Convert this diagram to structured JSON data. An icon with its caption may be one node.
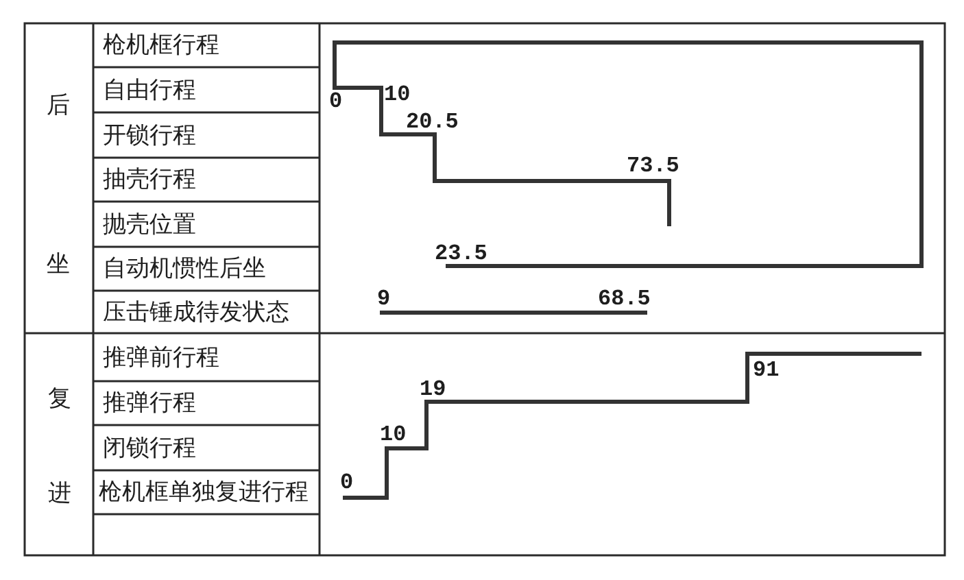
{
  "diagram": {
    "labels": [
      "枪机框行程",
      "后",
      "自由行程",
      "0",
      "10",
      "开锁行程",
      "20.5",
      "抽壳行程",
      "73.5",
      "抛壳位置",
      "坐",
      "自动机惯性后坐",
      "23.5",
      "压击锤成待发状态",
      "9",
      "68.5",
      "推弹前行程",
      "91",
      "复",
      "推弹行程",
      "19",
      "闭锁行程",
      "10",
      "进",
      "枪机框单独复进行程",
      "0"
    ]
  }
}
